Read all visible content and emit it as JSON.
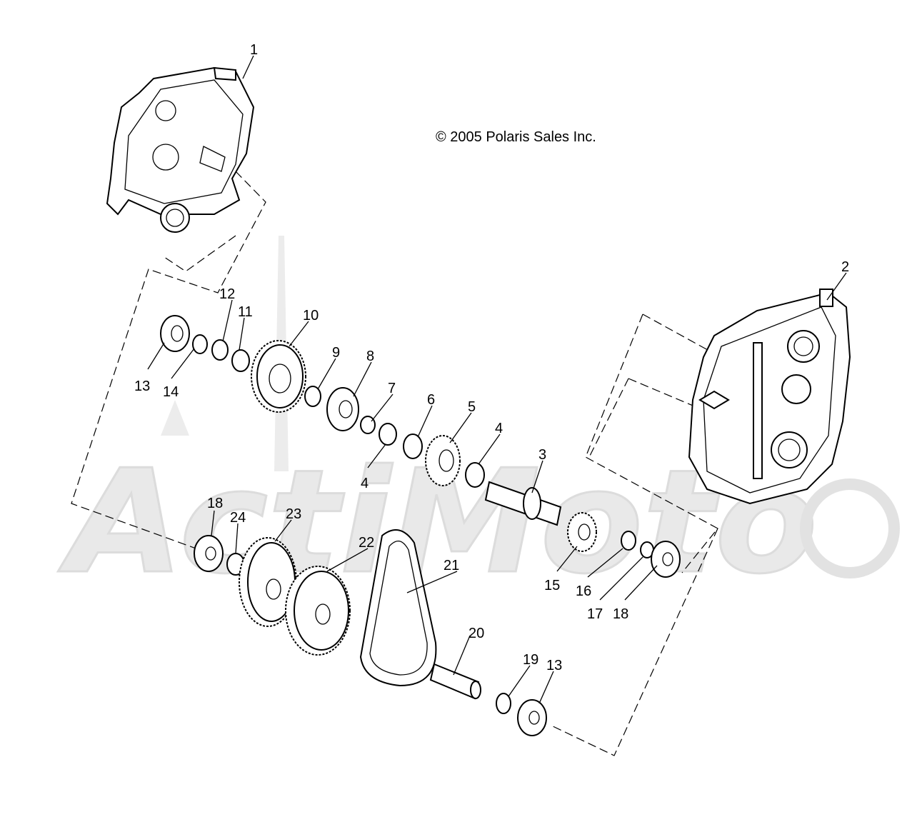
{
  "copyright": "© 2005 Polaris Sales Inc.",
  "watermark": "ActiMoto",
  "callouts": [
    {
      "id": "c1",
      "label": "1"
    },
    {
      "id": "c2",
      "label": "2"
    },
    {
      "id": "c3",
      "label": "3"
    },
    {
      "id": "c4a",
      "label": "4"
    },
    {
      "id": "c4b",
      "label": "4"
    },
    {
      "id": "c5",
      "label": "5"
    },
    {
      "id": "c6",
      "label": "6"
    },
    {
      "id": "c7",
      "label": "7"
    },
    {
      "id": "c8",
      "label": "8"
    },
    {
      "id": "c9",
      "label": "9"
    },
    {
      "id": "c10",
      "label": "10"
    },
    {
      "id": "c11",
      "label": "11"
    },
    {
      "id": "c12",
      "label": "12"
    },
    {
      "id": "c13a",
      "label": "13"
    },
    {
      "id": "c13b",
      "label": "13"
    },
    {
      "id": "c14",
      "label": "14"
    },
    {
      "id": "c15",
      "label": "15"
    },
    {
      "id": "c16",
      "label": "16"
    },
    {
      "id": "c17",
      "label": "17"
    },
    {
      "id": "c18a",
      "label": "18"
    },
    {
      "id": "c18b",
      "label": "18"
    },
    {
      "id": "c19",
      "label": "19"
    },
    {
      "id": "c20",
      "label": "20"
    },
    {
      "id": "c21",
      "label": "21"
    },
    {
      "id": "c22",
      "label": "22"
    },
    {
      "id": "c23",
      "label": "23"
    },
    {
      "id": "c24",
      "label": "24"
    }
  ]
}
